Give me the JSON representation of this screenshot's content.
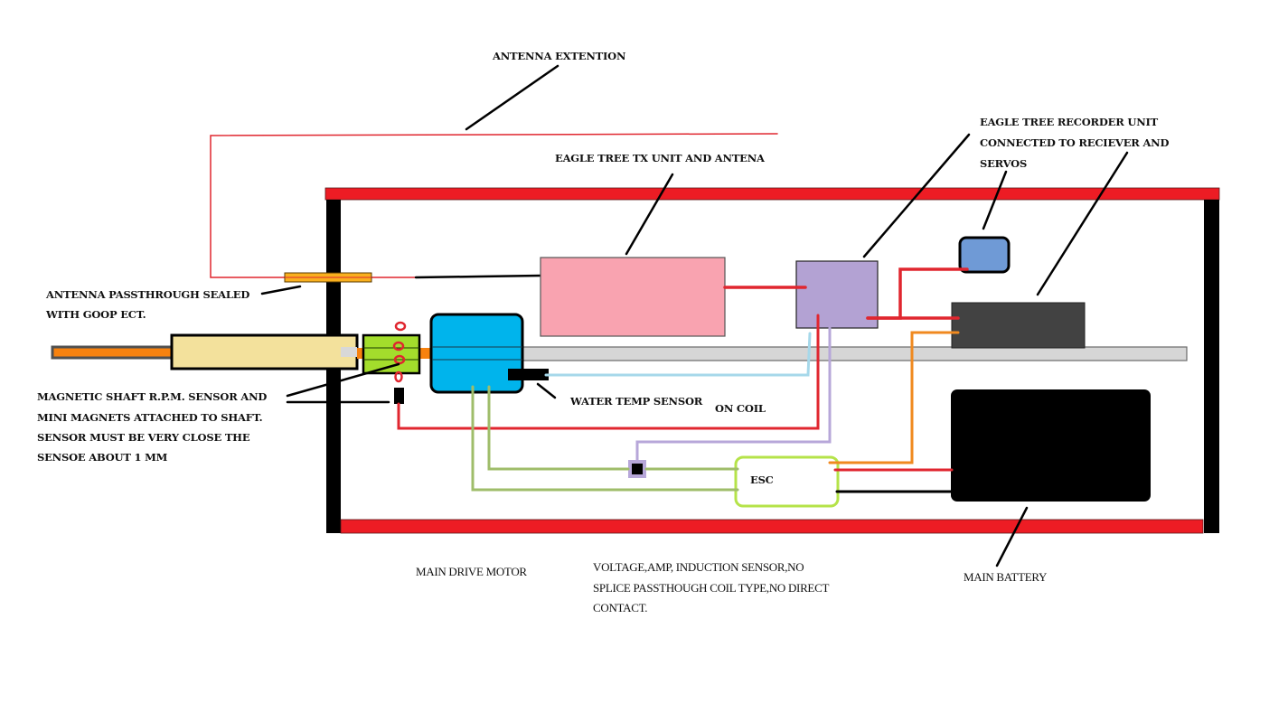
{
  "diagram": {
    "title": "RC boat Eagle Tree telemetry wiring layout",
    "labels": {
      "antenna_extension": "ANTENNA EXTENTION",
      "tx_unit": "EAGLE TREE TX UNIT AND ANTENA",
      "recorder_unit": [
        "EAGLE TREE RECORDER UNIT",
        "CONNECTED TO RECIEVER AND",
        "SERVOS"
      ],
      "antenna_passthrough": [
        "ANTENNA PASSTHROUGH SEALED",
        "WITH GOOP ECT."
      ],
      "rpm_sensor": [
        "MAGNETIC SHAFT R.P.M. SENSOR AND",
        "MINI MAGNETS ATTACHED TO SHAFT.",
        "SENSOR MUST BE VERY CLOSE THE",
        "SENSOE ABOUT 1 MM"
      ],
      "water_temp": "WATER TEMP SENSOR",
      "on_coil": "ON COIL",
      "esc": "ESC",
      "main_drive_motor": "MAIN DRIVE MOTOR",
      "induction_sensor": [
        "VOLTAGE,AMP, INDUCTION SENSOR,NO",
        "SPLICE PASSTHOUGH COIL TYPE,NO DIRECT",
        "CONTACT."
      ],
      "main_battery": "MAIN BATTERY"
    },
    "colors": {
      "hull_red": "#ed1c24",
      "hull_black": "#000000",
      "tx_unit": "#f9a3b0",
      "recorder": "#b3a2d3",
      "servo": "#6f9ad6",
      "receiver": "#424242",
      "motor": "#00b4ec",
      "rpm_block": "#a3dd2c",
      "stuffing_tube": "#f3e19c",
      "shaft_orange": "#f7820f",
      "shaft_grey": "#d6d6d6",
      "passthrough": "#f9b01e",
      "battery": "#000000",
      "esc_border": "#b5e349",
      "wire_red": "#e0262f",
      "wire_lightblue": "#a6d8ea",
      "wire_lavender": "#b7a7d9",
      "wire_green": "#9fbd6a",
      "wire_orange": "#f0891f",
      "wire_black": "#000000",
      "antenna_wire": "#e0262f"
    }
  }
}
